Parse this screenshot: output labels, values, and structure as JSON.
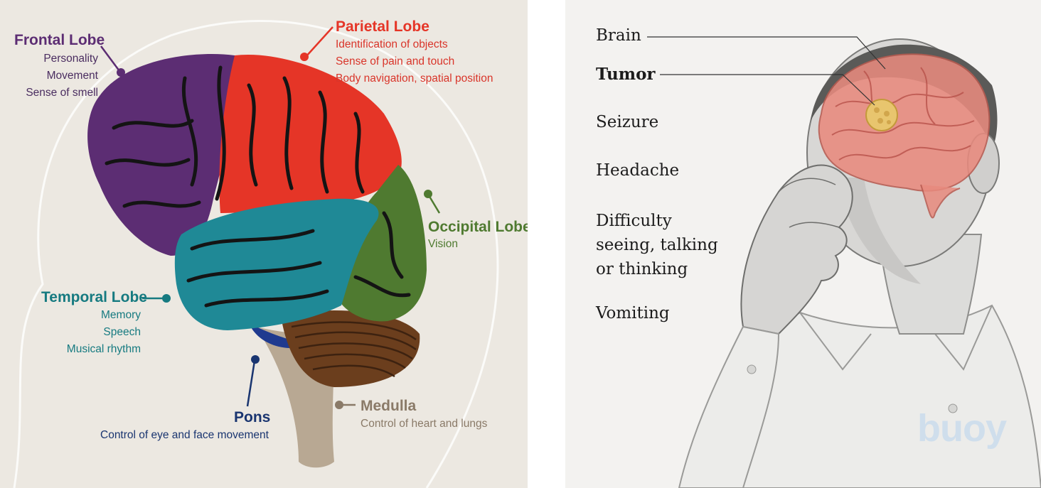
{
  "left": {
    "lobes": {
      "frontal": {
        "title": "Frontal Lobe",
        "lines": [
          "Personality",
          "Movement",
          "Sense of smell"
        ],
        "color": "#5c2d73"
      },
      "parietal": {
        "title": "Parietal Lobe",
        "lines": [
          "Identification of objects",
          "Sense of pain and touch",
          "Body navigation, spatial position"
        ],
        "color": "#e53527"
      },
      "occipital": {
        "title": "Occipital Lobe",
        "lines": [
          "Vision"
        ],
        "color": "#4f7a30"
      },
      "temporal": {
        "title": "Temporal Lobe",
        "lines": [
          "Memory",
          "Speech",
          "Musical rhythm"
        ],
        "color": "#167a80"
      },
      "pons": {
        "title": "Pons",
        "lines": [
          "Control of eye and face movement"
        ],
        "color": "#1a3570"
      },
      "medulla": {
        "title": "Medulla",
        "lines": [
          "Control of heart and lungs"
        ],
        "color": "#8a7a68"
      }
    }
  },
  "right": {
    "labels": {
      "brain": "Brain",
      "tumor": "Tumor",
      "seizure": "Seizure",
      "headache": "Headache",
      "difficulty": [
        "Difficulty",
        "seeing, talking",
        "or thinking"
      ],
      "vomiting": "Vomiting"
    },
    "watermark": "buoy"
  }
}
